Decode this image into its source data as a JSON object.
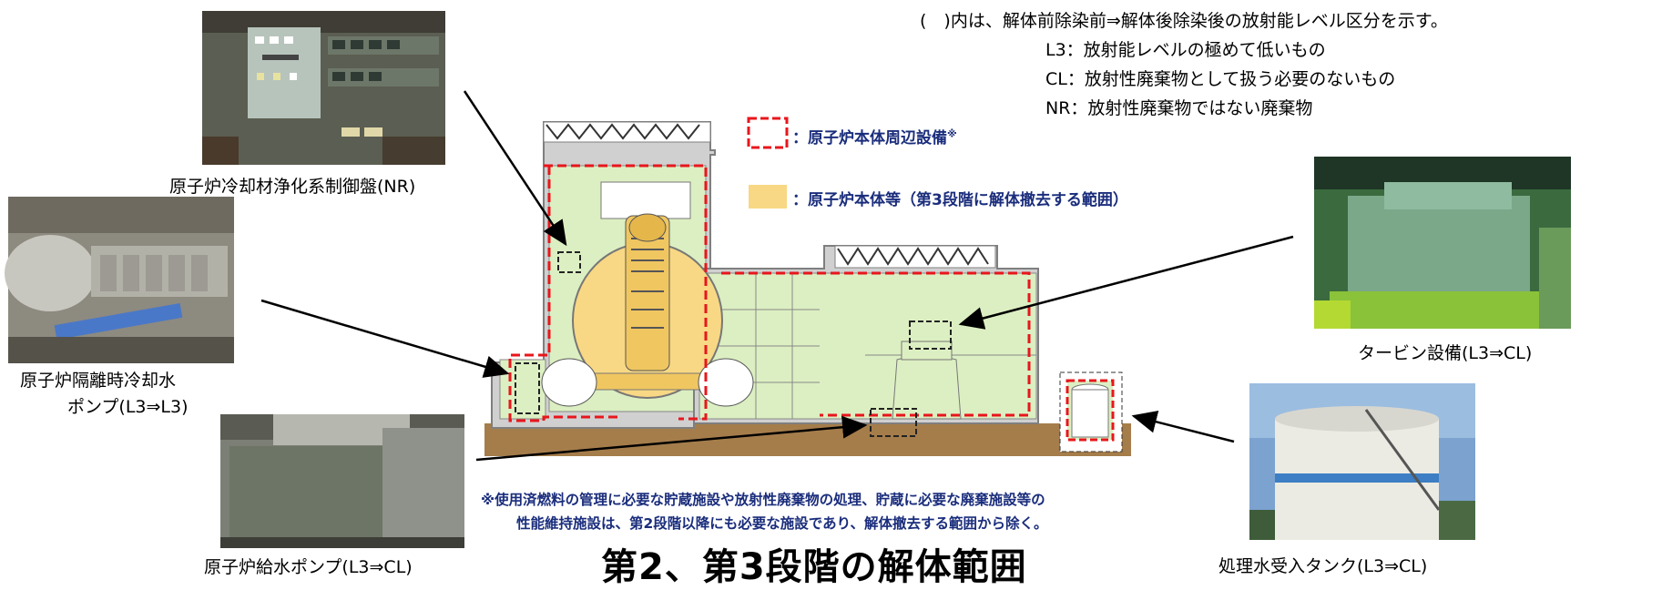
{
  "title": "第2、第3段階の解体範囲",
  "note": {
    "line1": "(　)内は、解体前除染前⇒解体後除染後の放射能レベル区分を示す。",
    "l3": "L3：放射能レベルの極めて低いもの",
    "cl": "CL：放射性廃棄物として扱う必要のないもの",
    "nr": "NR：放射性廃棄物ではない廃棄物"
  },
  "legend": {
    "peripheral": "：原子炉本体周辺設備",
    "peripheral_mark": "※",
    "main_body": "：原子炉本体等（第3段階に解体撤去する範囲）"
  },
  "footnote": {
    "line1": "※使用済燃料の管理に必要な貯蔵施設や放射性廃棄物の処理、貯蔵に必要な廃棄施設等の",
    "line2": "性能維持施設は、第2段階以降にも必要な施設であり、解体撤去する範囲から除く。"
  },
  "captions": {
    "control_panel": "原子炉冷却材浄化系制御盤(NR)",
    "isolation_pump_1": "原子炉隔離時冷却水",
    "isolation_pump_2": "ポンプ(L3⇒L3)",
    "feedwater_pump": "原子炉給水ポンプ(L3⇒CL)",
    "turbine": "タービン設備(L3⇒CL)",
    "tank": "処理水受入タンク(L3⇒CL)"
  },
  "colors": {
    "building_fill": "#dcefc2",
    "building_stroke": "#7f7f7f",
    "dashed_red": "#e8161c",
    "reactor_fill": "#f8d884",
    "ground": "#a57d4b",
    "legend_text": "#1a2d7c"
  }
}
